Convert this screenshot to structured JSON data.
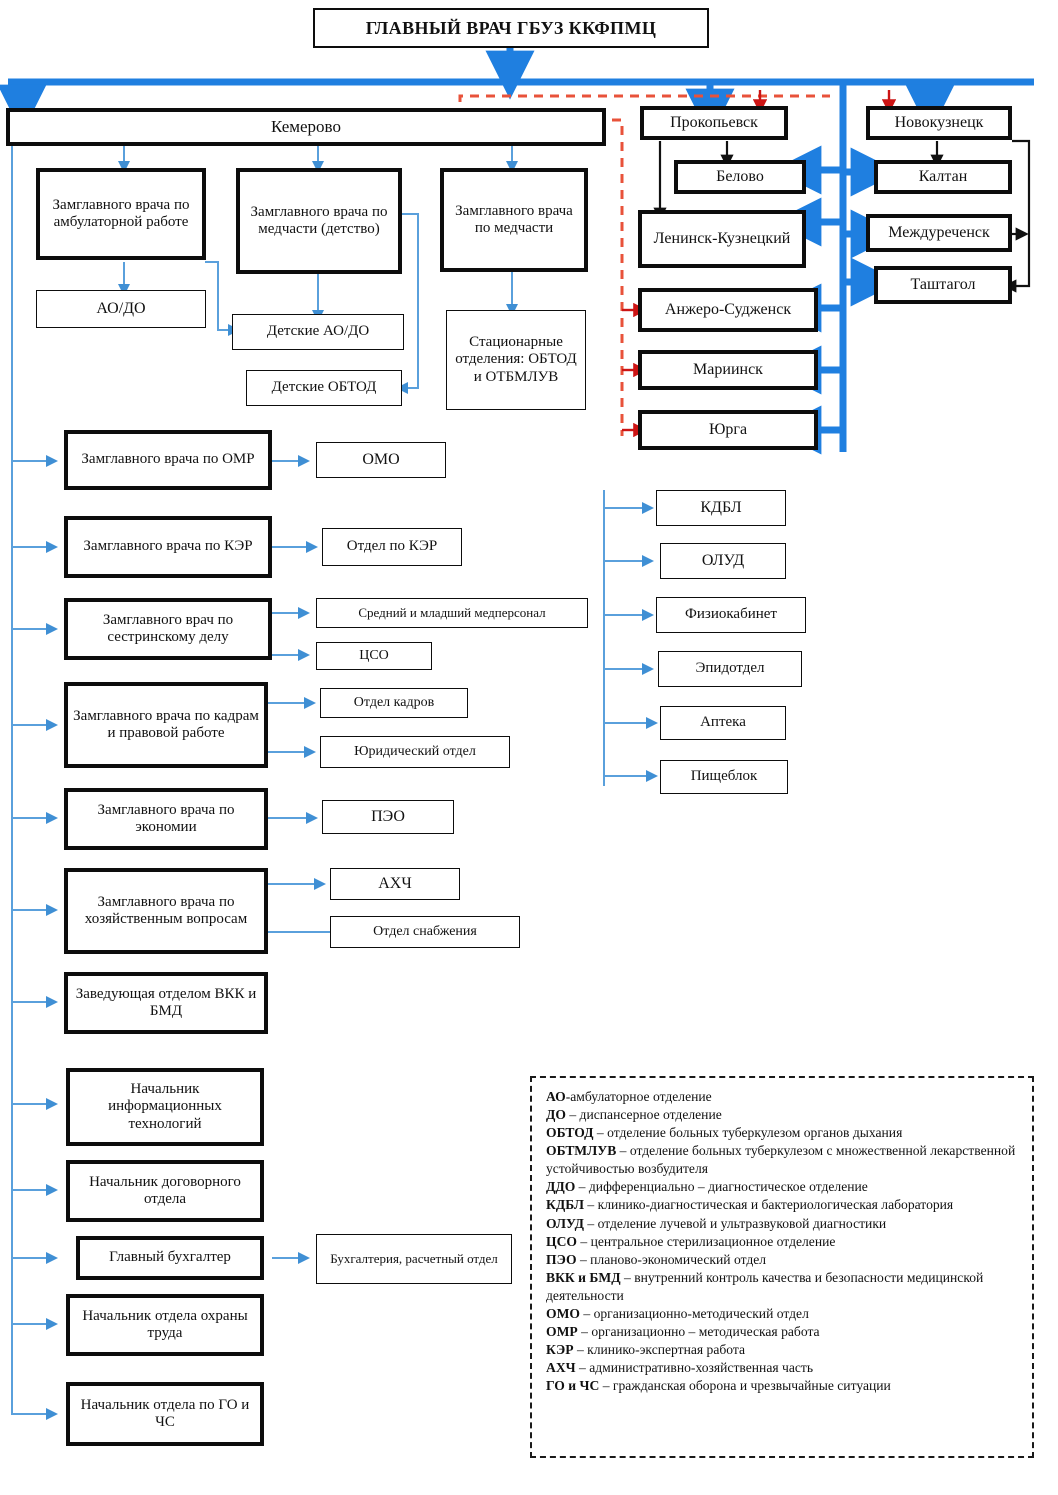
{
  "title_box": {
    "label": "ГЛАВНЫЙ ВРАЧ ГБУЗ ККФПМЦ"
  },
  "branches": {
    "kemerovo": "Кемерово",
    "prokopyevsk": "Прокопьевск",
    "novokuznetsk": "Новокузнецк"
  },
  "cities_left": [
    {
      "label": "Белово"
    },
    {
      "label": "Ленинск-Кузнецкий"
    },
    {
      "label": "Анжеро-Судженск"
    },
    {
      "label": "Мариинск"
    },
    {
      "label": "Юрга"
    }
  ],
  "cities_right": [
    {
      "label": "Калтан"
    },
    {
      "label": "Междуреченск"
    },
    {
      "label": "Таштагол"
    }
  ],
  "kemerovo_deputies": [
    {
      "label": "Замглавного врача по амбулаторной работе"
    },
    {
      "label": "Замглавного врача по медчасти (детство)"
    },
    {
      "label": "Замглавного врача по медчасти"
    }
  ],
  "kemerovo_units": [
    {
      "label": "АО/ДО"
    },
    {
      "label": "Детские АО/ДО"
    },
    {
      "label": "Детские ОБТОД"
    },
    {
      "label": "Стационарные отделения: ОБТОД и ОТБМЛУВ"
    }
  ],
  "chiefs": [
    {
      "label": "Замглавного врача по ОМР"
    },
    {
      "label": "Замглавного врача по КЭР"
    },
    {
      "label": "Замглавного врач по сестринскому делу"
    },
    {
      "label": "Замглавного врача по кадрам и правовой работе"
    },
    {
      "label": "Замглавного врача по экономии"
    },
    {
      "label": "Замглавного врача по хозяйственным вопросам"
    },
    {
      "label": "Заведующая отделом ВКК и БМД"
    },
    {
      "label": "Начальник информационных технологий"
    },
    {
      "label": "Начальник договорного отдела"
    },
    {
      "label": "Главный бухгалтер"
    },
    {
      "label": "Начальник отдела охраны труда"
    },
    {
      "label": "Начальник отдела по ГО и ЧС"
    }
  ],
  "chief_units": [
    {
      "label": "ОМО"
    },
    {
      "label": "Отдел по КЭР"
    },
    {
      "label": "Средний и младший медперсонал"
    },
    {
      "label": "ЦСО"
    },
    {
      "label": "Отдел кадров"
    },
    {
      "label": "Юридический отдел"
    },
    {
      "label": "ПЭО"
    },
    {
      "label": "АХЧ"
    },
    {
      "label": "Отдел снабжения"
    },
    {
      "label": "Бухгалтерия, расчетный отдел"
    }
  ],
  "service_units": [
    {
      "label": "КДБЛ"
    },
    {
      "label": "ОЛУД"
    },
    {
      "label": "Физиокабинет"
    },
    {
      "label": "Эпидотдел"
    },
    {
      "label": "Аптека"
    },
    {
      "label": "Пищеблок"
    }
  ],
  "legend": {
    "lines": [
      {
        "term": "АО",
        "sep": "-",
        "text": "амбулаторное отделение"
      },
      {
        "term": "ДО",
        "sep": " – ",
        "text": "диспансерное отделение"
      },
      {
        "term": "ОБТОД",
        "sep": " – ",
        "text": "отделение больных туберкулезом органов дыхания"
      },
      {
        "term": "ОБТМЛУВ",
        "sep": " – ",
        "text": "отделение больных туберкулезом с множественной лекарственной устойчивостью возбудителя"
      },
      {
        "term": "ДДО",
        "sep": " – ",
        "text": "дифференциально – диагностическое отделение"
      },
      {
        "term": "КДБЛ",
        "sep": " – ",
        "text": "клинико-диагностическая и бактериологическая лаборатория"
      },
      {
        "term": "ОЛУД",
        "sep": " – ",
        "text": "отделение лучевой и ультразвуковой диагностики"
      },
      {
        "term": "ЦСО",
        "sep": " – ",
        "text": "центральное стерилизационное отделение"
      },
      {
        "term": "ПЭО",
        "sep": " – ",
        "text": "планово-экономический отдел"
      },
      {
        "term": "ВКК и БМД",
        "sep": " – ",
        "text": "внутренний контроль качества и безопасности медицинской деятельности"
      },
      {
        "term": "ОМО",
        "sep": " – ",
        "text": "организационно-методический отдел"
      },
      {
        "term": "ОМР",
        "sep": " – ",
        "text": "организационно – методическая работа"
      },
      {
        "term": "КЭР",
        "sep": " – ",
        "text": "клинико-экспертная работа"
      },
      {
        "term": "АХЧ",
        "sep": " – ",
        "text": "административно-хозяйственная часть"
      },
      {
        "term": "ГО и ЧС",
        "sep": " – ",
        "text": "гражданская оборона и чрезвычайные ситуации"
      }
    ]
  },
  "colors": {
    "box_border": "#0d0d0d",
    "trunk_blue": "#1f7fe0",
    "thin_blue": "#5aa0dc",
    "dashed_red": "#e8523a",
    "arrow_red": "#cc1414",
    "black_line": "#111111"
  }
}
